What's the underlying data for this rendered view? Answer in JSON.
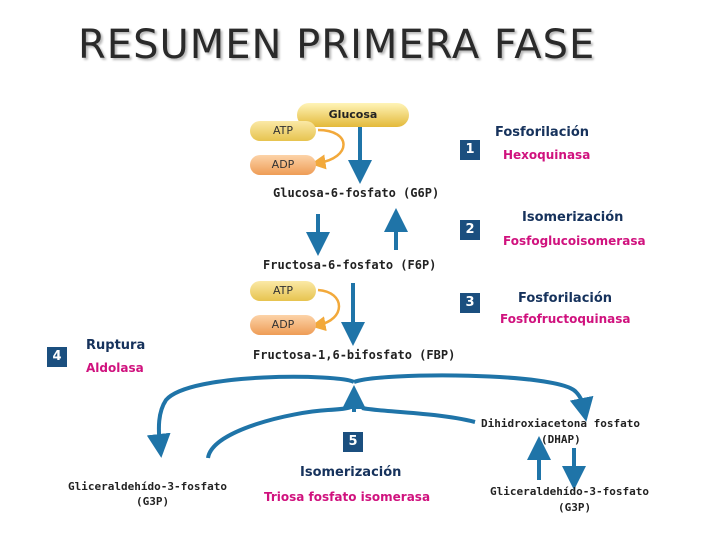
{
  "slide": {
    "title": "RESUMEN PRIMERA FASE"
  },
  "molecules": {
    "glucosa": "Glucosa",
    "g6p": "Glucosa-6-fosfato (G6P)",
    "f6p": "Fructosa-6-fosfato (F6P)",
    "fbp": "Fructosa-1,6-bifosfato (FBP)",
    "dhap_line1": "Dihidroxiacetona fosfato",
    "dhap_line2": "(DHAP)",
    "g3p_left_line1": "Gliceraldehído-3-fosfato",
    "g3p_left_line2": "(G3P)",
    "g3p_right_line1": "Gliceraldehído-3-fosfato",
    "g3p_right_line2": "(G3P)"
  },
  "cofactors": {
    "atp1": "ATP",
    "adp1": "ADP",
    "atp3": "ATP",
    "adp3": "ADP"
  },
  "steps": [
    {
      "number": "1",
      "title": "Fosforilación",
      "enzyme": "Hexoquinasa"
    },
    {
      "number": "2",
      "title": "Isomerización",
      "enzyme": "Fosfoglucoisomerasa"
    },
    {
      "number": "3",
      "title": "Fosforilación",
      "enzyme": "Fosfofructoquinasa"
    },
    {
      "number": "4",
      "title": "Ruptura",
      "enzyme": "Aldolasa"
    },
    {
      "number": "5",
      "title": "Isomerización",
      "enzyme": "Triosa fosfato isomerasa"
    }
  ],
  "colors": {
    "arrow": "#1f74a8",
    "cofactor_curve": "#f2a93b",
    "badge": "#1b4f7f",
    "enzyme": "#d0127e",
    "step_title": "#16325c"
  }
}
